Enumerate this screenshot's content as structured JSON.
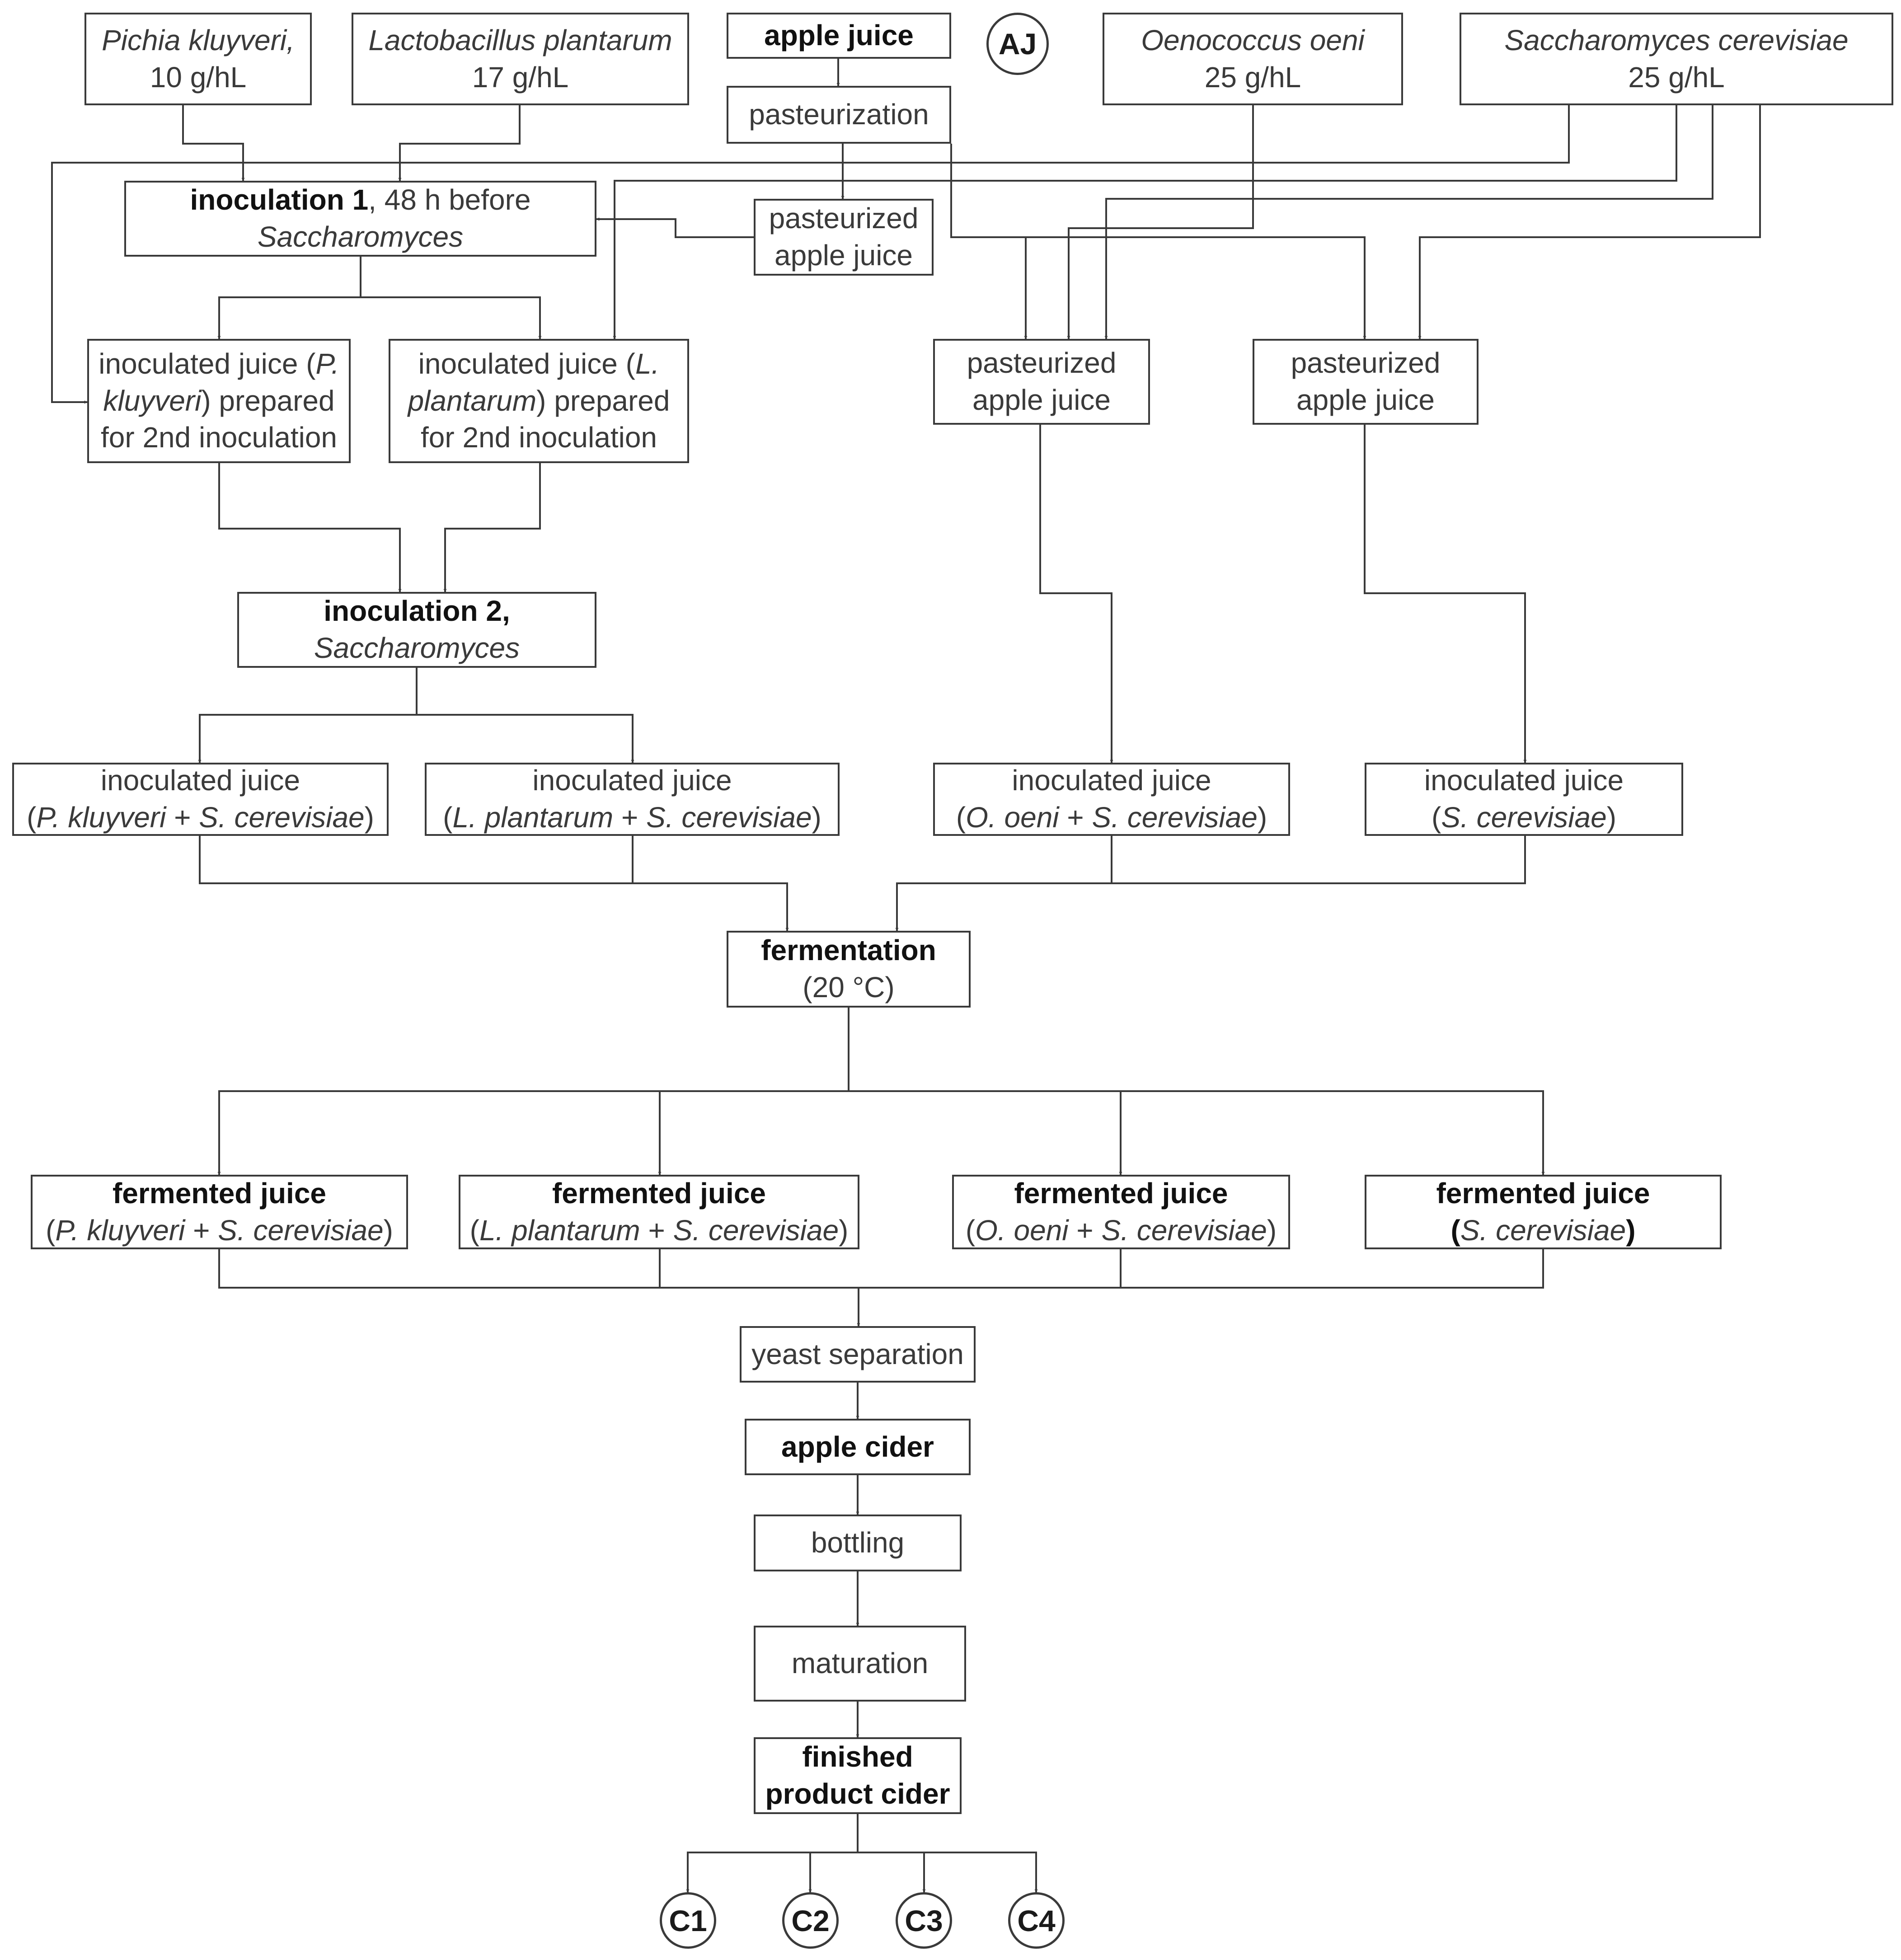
{
  "diagram": {
    "inputs": {
      "pichia": {
        "name": "Pichia kluyveri,",
        "dose": "10 g/hL"
      },
      "lacto": {
        "name": "Lactobacillus plantarum",
        "dose": "17 g/hL"
      },
      "apple_juice": "apple juice",
      "aj_marker": "AJ",
      "oeno": {
        "name": "Oenococcus oeni",
        "dose": "25 g/hL"
      },
      "sacch": {
        "name": "Saccharomyces cerevisiae",
        "dose": "25 g/hL"
      }
    },
    "pasteurization": "pasteurization",
    "pasteurized_juice": {
      "l1": "pasteurized",
      "l2": "apple juice"
    },
    "inoculation1": {
      "bold": "inoculation 1",
      "rest": ", 48 h before",
      "italic": "Saccharomyces"
    },
    "prep_pk": {
      "l1a": "inoculated juice (",
      "l1b": "P.",
      "l2a": "kluyveri",
      "l2b": ") prepared",
      "l3": "for 2nd inoculation"
    },
    "prep_lp": {
      "l1a": "inoculated juice (",
      "l1b": "L.",
      "l2a": "plantarum",
      "l2b": ") prepared",
      "l3": "for 2nd inoculation"
    },
    "past_oo": {
      "l1": "pasteurized",
      "l2": "apple juice"
    },
    "past_sc": {
      "l1": "pasteurized",
      "l2": "apple juice"
    },
    "inoculation2": {
      "bold": "inoculation 2,",
      "italic": "Saccharomyces"
    },
    "inoc_pk": {
      "l1": "inoculated juice",
      "open": "(",
      "a": "P. kluyveri",
      "plus": " + ",
      "b": "S. cerevisiae",
      "close": ")"
    },
    "inoc_lp": {
      "l1": "inoculated juice",
      "open": "(",
      "a": "L. plantarum",
      "plus": " + ",
      "b": "S. cerevisiae",
      "close": ")"
    },
    "inoc_oo": {
      "l1": "inoculated juice",
      "open": "(",
      "a": "O. oeni",
      "plus": " + ",
      "b": "S. cerevisiae",
      "close": ")"
    },
    "inoc_sc": {
      "l1": "inoculated juice",
      "open": "(",
      "b": "S. cerevisiae",
      "close": ")"
    },
    "fermentation": {
      "bold": "fermentation",
      "temp": "(20 °C)"
    },
    "ferm_pk": {
      "l1": "fermented juice",
      "open": "(",
      "a": "P. kluyveri",
      "plus": " + ",
      "b": "S. cerevisiae",
      "close": ")"
    },
    "ferm_lp": {
      "l1": "fermented juice",
      "open": "(",
      "a": "L. plantarum",
      "plus": " + ",
      "b": "S. cerevisiae",
      "close": ")"
    },
    "ferm_oo": {
      "l1": "fermented juice",
      "open": "(",
      "a": "O. oeni",
      "plus": " + ",
      "b": "S. cerevisiae",
      "close": ")"
    },
    "ferm_sc": {
      "l1": "fermented juice",
      "open": "(",
      "b": "S. cerevisiae",
      "close": ")"
    },
    "yeast_separation": "yeast separation",
    "apple_cider": "apple cider",
    "bottling": "bottling",
    "maturation": "maturation",
    "finished": {
      "l1": "finished",
      "l2": "product cider"
    },
    "outputs": [
      "C1",
      "C2",
      "C3",
      "C4"
    ]
  },
  "colors": {
    "line": "#3a3a3a",
    "text": "#3a3a3a",
    "background": "#ffffff"
  }
}
